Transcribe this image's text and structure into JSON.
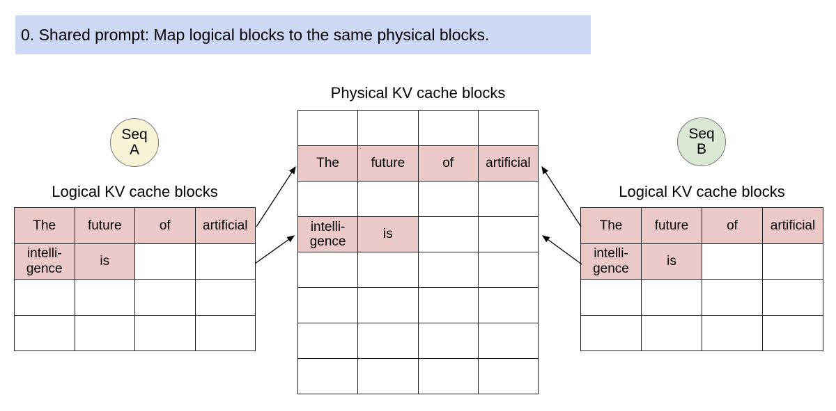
{
  "banner": {
    "text": "0. Shared prompt: Map logical blocks to the same physical blocks."
  },
  "colors": {
    "banner_bg": "#cdd8f5",
    "cell_highlight": "#ecc9c9",
    "seq_a_bg": "#f8f2d6",
    "seq_b_bg": "#d9e7d4",
    "table_border": "#1f1f1f",
    "circle_border": "#7a7a7a",
    "arrow": "#000000"
  },
  "physical_table": {
    "title": "Physical KV cache blocks",
    "rows": 8,
    "cols": 4,
    "filled_cells": [
      {
        "r": 1,
        "c": 0,
        "text": "The"
      },
      {
        "r": 1,
        "c": 1,
        "text": "future"
      },
      {
        "r": 1,
        "c": 2,
        "text": "of"
      },
      {
        "r": 1,
        "c": 3,
        "text": "artificial"
      },
      {
        "r": 3,
        "c": 0,
        "text": "intelli-\ngence"
      },
      {
        "r": 3,
        "c": 1,
        "text": "is"
      }
    ]
  },
  "seq_a": {
    "line1": "Seq",
    "line2": "A"
  },
  "seq_b": {
    "line1": "Seq",
    "line2": "B"
  },
  "logical_a": {
    "title": "Logical KV cache blocks",
    "rows": 4,
    "cols": 4,
    "filled_cells": [
      {
        "r": 0,
        "c": 0,
        "text": "The"
      },
      {
        "r": 0,
        "c": 1,
        "text": "future"
      },
      {
        "r": 0,
        "c": 2,
        "text": "of"
      },
      {
        "r": 0,
        "c": 3,
        "text": "artificial"
      },
      {
        "r": 1,
        "c": 0,
        "text": "intelli-\ngence"
      },
      {
        "r": 1,
        "c": 1,
        "text": "is"
      }
    ]
  },
  "logical_b": {
    "title": "Logical KV cache blocks",
    "rows": 4,
    "cols": 4,
    "filled_cells": [
      {
        "r": 0,
        "c": 0,
        "text": "The"
      },
      {
        "r": 0,
        "c": 1,
        "text": "future"
      },
      {
        "r": 0,
        "c": 2,
        "text": "of"
      },
      {
        "r": 0,
        "c": 3,
        "text": "artificial"
      },
      {
        "r": 1,
        "c": 0,
        "text": "intelli-\ngence"
      },
      {
        "r": 1,
        "c": 1,
        "text": "is"
      }
    ]
  },
  "arrows": [
    {
      "from": "logical-a-row-0",
      "to": "physical-row-1"
    },
    {
      "from": "logical-a-row-1",
      "to": "physical-row-3"
    },
    {
      "from": "logical-b-row-0",
      "to": "physical-row-1"
    },
    {
      "from": "logical-b-row-1",
      "to": "physical-row-3"
    }
  ]
}
